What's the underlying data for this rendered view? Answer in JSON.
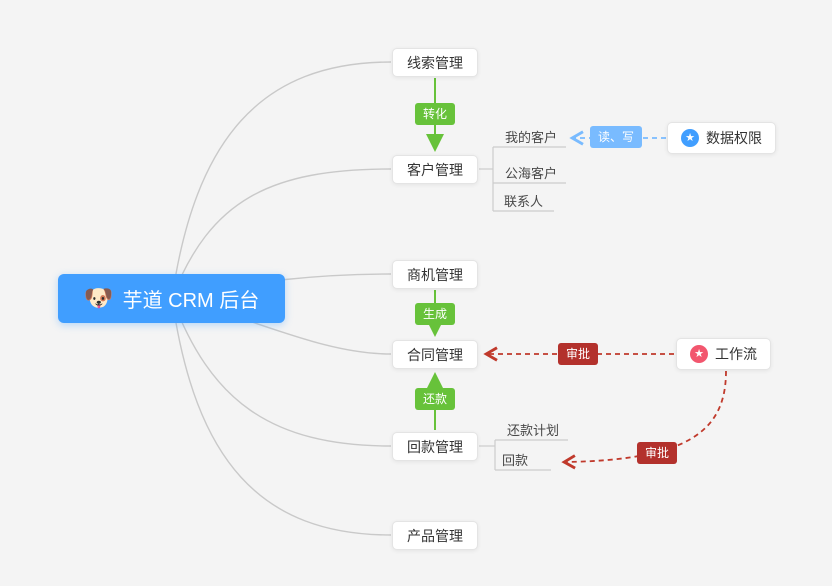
{
  "root": {
    "label": "芋道 CRM 后台",
    "emoji": "🐶"
  },
  "modules": {
    "leads": {
      "label": "线索管理"
    },
    "customer": {
      "label": "客户管理"
    },
    "opportunity": {
      "label": "商机管理"
    },
    "contract": {
      "label": "合同管理"
    },
    "receivable": {
      "label": "回款管理"
    },
    "product": {
      "label": "产品管理"
    }
  },
  "customer_children": {
    "my": "我的客户",
    "pool": "公海客户",
    "contact": "联系人"
  },
  "receivable_children": {
    "plan": "还款计划",
    "receipt": "回款"
  },
  "side_nodes": {
    "data_permission": {
      "label": "数据权限",
      "icon": "star"
    },
    "workflow": {
      "label": "工作流",
      "icon": "star"
    }
  },
  "edge_labels": {
    "convert": "转化",
    "generate": "生成",
    "repay": "还款",
    "read_write": "读、写",
    "approve_contract": "审批",
    "approve_receivable": "审批"
  },
  "icons": {
    "star_glyph": "★"
  },
  "colors": {
    "background": "#f4f4f4",
    "root_bg": "#409eff",
    "green": "#67c23a",
    "blue_badge": "#79bbff",
    "red_line": "#c0392b",
    "red_badge": "#b3312c",
    "permission_icon": "#409eff",
    "workflow_icon": "#f2566e",
    "curve_gray": "#c9c9c9"
  }
}
